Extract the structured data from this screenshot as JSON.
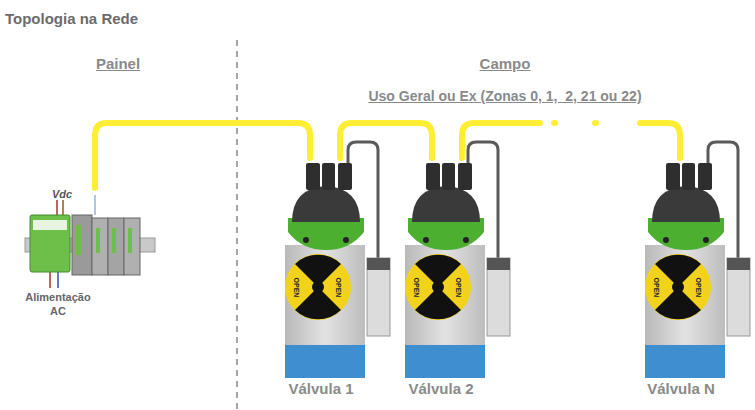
{
  "diagram": {
    "title": "Topologia na Rede",
    "nodes": [
      {
        "text": [
          "Vdc",
          "Alimentação AC"
        ]
      },
      {
        "text": [
          "Válvula 1"
        ]
      },
      {
        "text": [
          "Válvula 2"
        ]
      },
      {
        "text": [
          "Válvula N"
        ]
      }
    ],
    "edges": [
      {
        "from": 0,
        "to": 1,
        "arrow": "none"
      },
      {
        "from": 1,
        "to": 2,
        "arrow": "none"
      },
      {
        "from": 2,
        "to": 3,
        "arrow": "none"
      }
    ],
    "labels": [
      "Painel",
      "Campo",
      "Uso Geral ou Ex (Zonas 0, 1,  2, 21 ou 22)",
      "OPEN",
      "OPEN",
      "OPEN",
      "OPEN",
      "OPEN",
      "OPEN"
    ]
  }
}
